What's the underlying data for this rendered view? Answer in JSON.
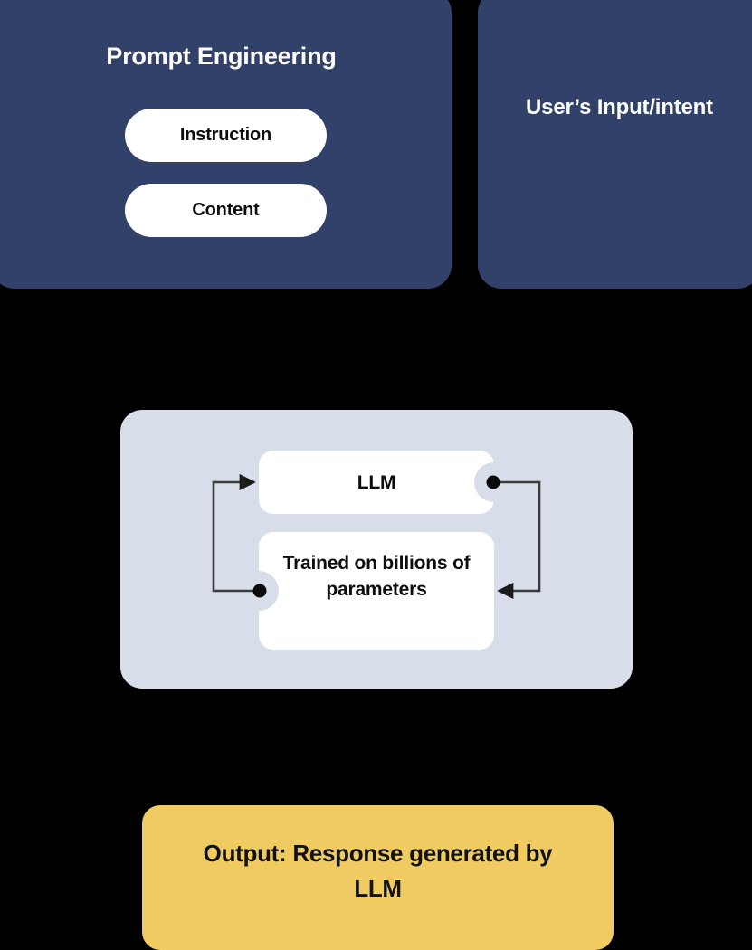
{
  "diagram": {
    "title": "Prompt Engineering LLM flow",
    "colors": {
      "background": "#000000",
      "navy_panel": "#31416a",
      "light_panel": "#d8dee9",
      "card_white": "#ffffff",
      "output_yellow": "#f0cb61",
      "text_dark": "#0d0d0d",
      "text_light": "#ffffff",
      "connector": "#3a3a3a"
    }
  },
  "prompt_engineering": {
    "title": "Prompt Engineering",
    "items": [
      {
        "label": "Instruction"
      },
      {
        "label": "Content"
      }
    ]
  },
  "user_input": {
    "title": "User’s Input/intent"
  },
  "llm_panel": {
    "cards": [
      {
        "label": "LLM"
      },
      {
        "label": "Trained on billions of parameters"
      }
    ],
    "connectors": [
      {
        "name": "feedback-left",
        "from": "trained-on-billions",
        "to": "llm",
        "direction": "up"
      },
      {
        "name": "feedback-right",
        "from": "llm",
        "to": "trained-on-billions",
        "direction": "down"
      }
    ]
  },
  "output": {
    "label": "Output: Response generated by LLM"
  }
}
